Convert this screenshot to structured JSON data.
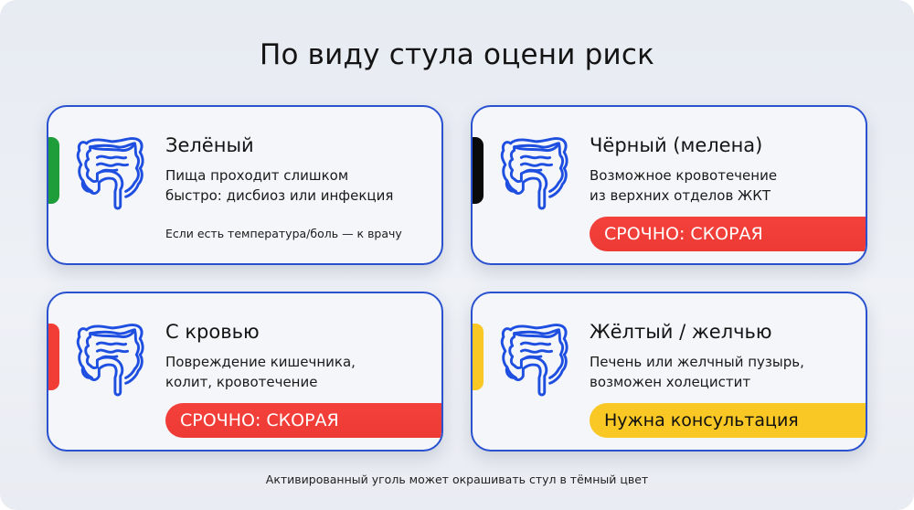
{
  "page": {
    "title": "По виду стула оцени риск",
    "footer_note": "Активированный уголь может окрашивать стул в тёмный цвет"
  },
  "colors": {
    "card_border": "#2a52d0",
    "icon_stroke": "#1e4fe0",
    "green": "#1f9d3a",
    "black": "#0a0a0a",
    "red": "#f23c36",
    "yellow": "#f9c824"
  },
  "cards": [
    {
      "id": "green",
      "title": "Зелёный",
      "description_line1": "Пища проходит слишком",
      "description_line2": "быстро: дисбиоз или инфекция",
      "note": "Если есть температура/боль — к врачу",
      "stripe_color": "#1f9d3a",
      "icon": "intestine-icon"
    },
    {
      "id": "black",
      "title": "Чёрный (мелена)",
      "description_line1": "Возможное кровотечение",
      "description_line2": "из верхних отделов ЖКТ",
      "badge": "СРОЧНО: СКОРАЯ",
      "badge_type": "red",
      "stripe_color": "#0a0a0a",
      "icon": "intestine-icon"
    },
    {
      "id": "blood",
      "title": "С кровью",
      "description_line1": "Повреждение кишечника,",
      "description_line2": "колит, кровотечение",
      "badge": "СРОЧНО: СКОРАЯ",
      "badge_type": "red",
      "stripe_color": "#f23c36",
      "icon": "intestine-icon"
    },
    {
      "id": "yellow",
      "title": "Жёлтый / желчью",
      "description_line1": "Печень или желчный пузырь,",
      "description_line2": "возможен холецистит",
      "badge": "Нужна консультация",
      "badge_type": "yellow",
      "stripe_color": "#f9c824",
      "icon": "intestine-icon"
    }
  ]
}
